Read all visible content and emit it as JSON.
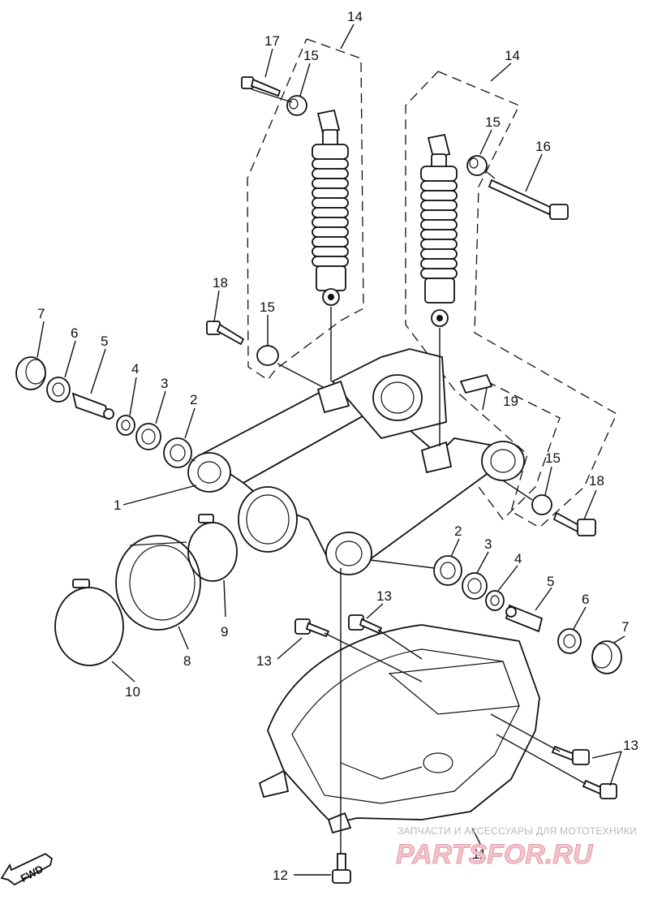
{
  "diagram": {
    "callouts": [
      "1",
      "2",
      "3",
      "4",
      "5",
      "6",
      "7",
      "8",
      "9",
      "10",
      "11",
      "12",
      "13",
      "14",
      "15",
      "16",
      "17",
      "18",
      "19"
    ],
    "labels": {
      "c1": "1",
      "c2a": "2",
      "c2b": "2",
      "c3a": "3",
      "c3b": "3",
      "c4a": "4",
      "c4b": "4",
      "c5a": "5",
      "c5b": "5",
      "c6a": "6",
      "c6b": "6",
      "c7a": "7",
      "c7b": "7",
      "c8": "8",
      "c9": "9",
      "c10": "10",
      "c11": "11",
      "c12": "12",
      "c13a": "13",
      "c13b": "13",
      "c13c": "13",
      "c14a": "14",
      "c14b": "14",
      "c15a": "15",
      "c15b": "15",
      "c15c": "15",
      "c15d": "15",
      "c16": "16",
      "c17": "17",
      "c18a": "18",
      "c18b": "18",
      "c19": "19"
    },
    "direction_arrow": "FWD"
  },
  "watermark": {
    "tagline": "ЗАПЧАСТИ И АКСЕССУАРЫ ДЛЯ МОТОТЕХНИКИ",
    "brand": "PARTSFOR.RU"
  },
  "colors": {
    "ink": "#111111",
    "watermark_brand": "#e08a9a",
    "watermark_text": "#b9b9b9"
  }
}
